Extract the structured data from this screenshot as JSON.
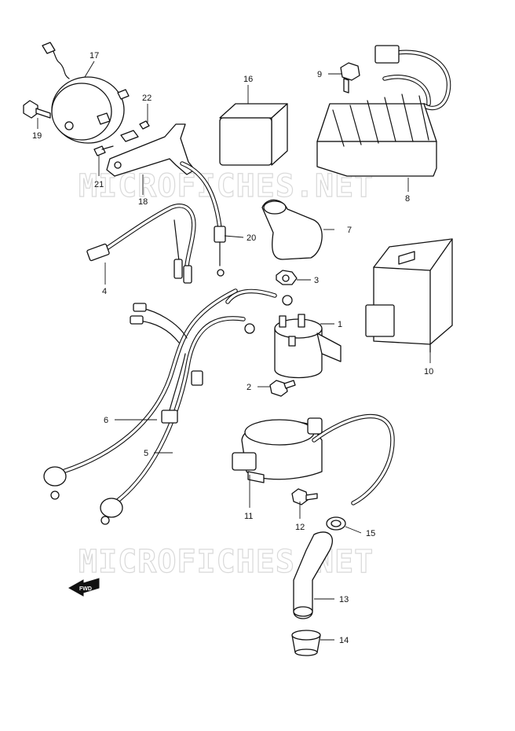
{
  "watermark_text": "MICROFICHES.NET",
  "fwd_label": "FWD",
  "callouts": {
    "c1": "1",
    "c2": "2",
    "c3": "3",
    "c4": "4",
    "c5": "5",
    "c6": "6",
    "c7": "7",
    "c8": "8",
    "c9": "9",
    "c10": "10",
    "c11": "11",
    "c12": "12",
    "c13": "13",
    "c14": "14",
    "c15": "15",
    "c16": "16",
    "c17": "17",
    "c18": "18",
    "c19": "19",
    "c20": "20",
    "c21": "21",
    "c22": "22"
  }
}
